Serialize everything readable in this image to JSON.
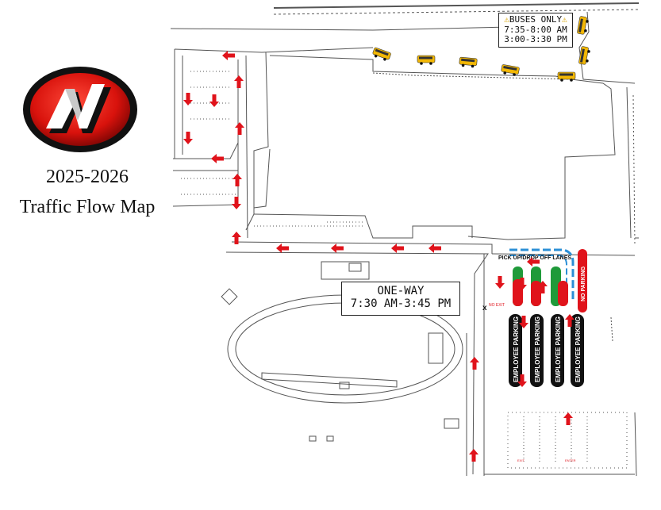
{
  "title": {
    "year": "2025-2026",
    "name": "Traffic Flow Map"
  },
  "bus_notice": {
    "warning_icon": "warning-icon",
    "heading": "BUSES ONLY",
    "time_1": "7:35-8:00 AM",
    "time_2": "3:00-3:30 PM"
  },
  "oneway_notice": {
    "line_1": "ONE-WAY",
    "line_2": "7:30 AM-3:45 PM"
  },
  "labels": {
    "pickup_lanes": "PICK UP/DROP OFF LANES",
    "no_exit": "NO EXIT",
    "employee_parking": "EMPLOYEE PARKING",
    "no_parking": "NO PARKING",
    "exit": "EXIT",
    "enter": "ENTER"
  },
  "colors": {
    "arrow_red": "#e0131b",
    "lane_green": "#1f9a3a",
    "lane_red": "#e0131b",
    "pickup_blue": "#2b8fd6",
    "bus_yellow": "#f2b705",
    "employee_black": "#111111",
    "map_line": "#444444"
  },
  "logo": {
    "icon": "school-logo-n"
  }
}
